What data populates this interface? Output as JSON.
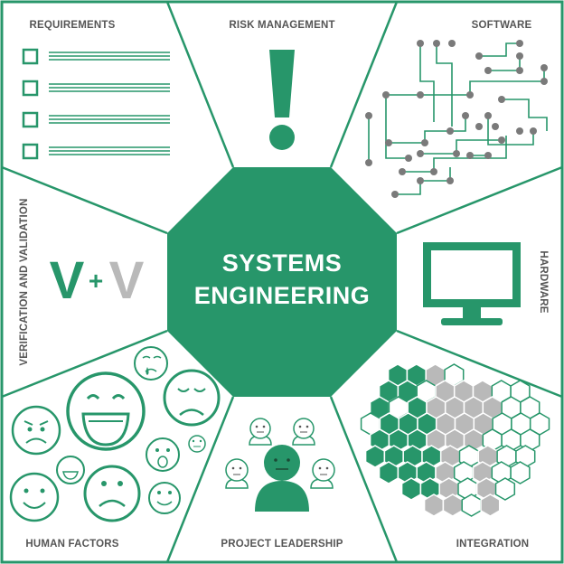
{
  "colors": {
    "primary_green": "#27966a",
    "light_green": "#d7ece1",
    "gray": "#b9b9b9",
    "label_gray": "#555555",
    "line_gray": "#7a7a7a",
    "background": "#ffffff"
  },
  "center": {
    "line1": "SYSTEMS",
    "line2": "ENGINEERING"
  },
  "segments": {
    "requirements": "REQUIREMENTS",
    "risk_management": "RISK MANAGEMENT",
    "software": "SOFTWARE",
    "hardware": "HARDWARE",
    "integration": "INTEGRATION",
    "project_leadership": "PROJECT LEADERSHIP",
    "human_factors": "HUMAN FACTORS",
    "verification_validation": "VERIFICATION AND VALIDATION"
  },
  "vv_icon": {
    "left": "V",
    "plus": "+",
    "right": "V"
  },
  "icons": {
    "requirements": "checklist-icon",
    "risk_management": "exclamation-icon",
    "software": "circuit-icon",
    "hardware": "monitor-icon",
    "integration": "hexagon-grid-icon",
    "project_leadership": "team-leader-icon",
    "human_factors": "emoji-faces-icon",
    "verification_validation": "v-plus-v-icon"
  }
}
